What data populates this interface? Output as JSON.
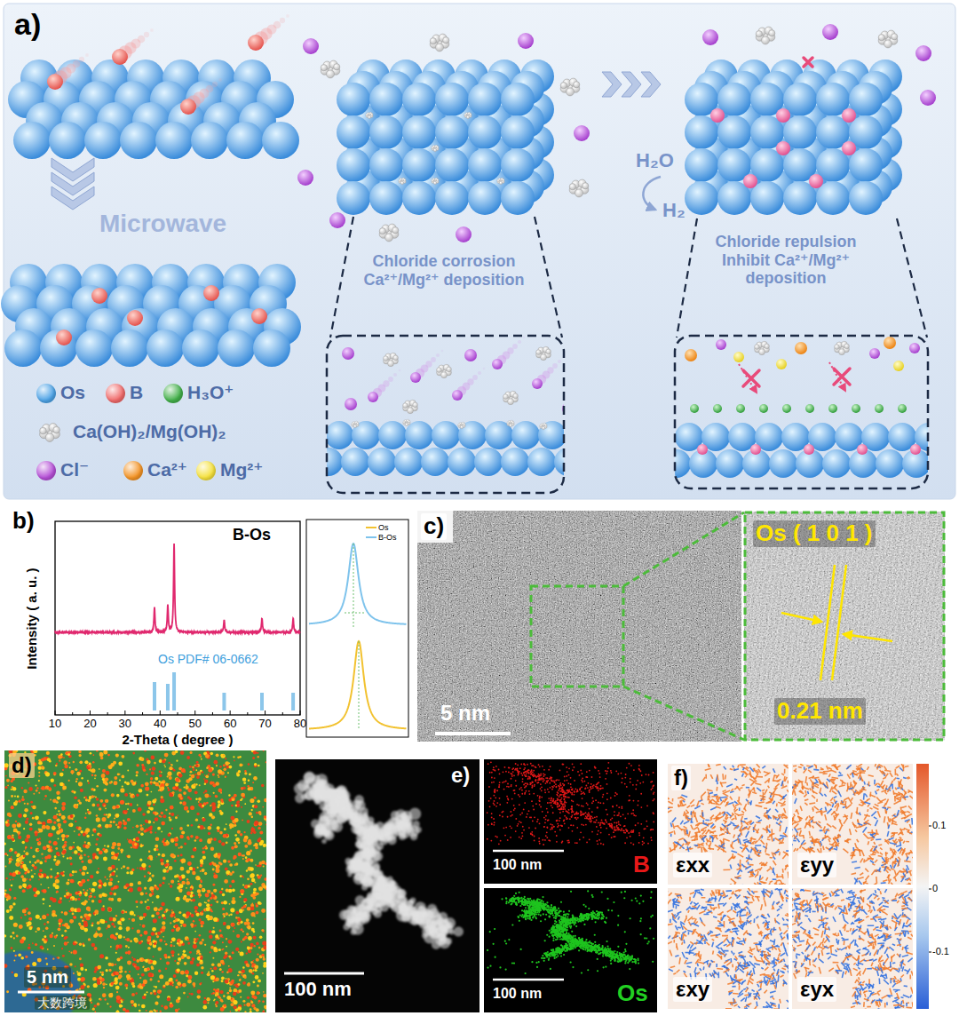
{
  "diagram": {
    "nodes": [
      {
        "text": [
          "c)",
          "5 nm"
        ]
      },
      {
        "text": [
          "Os ( 1 0 1 )",
          "0.21 nm"
        ]
      },
      {
        "text": [
          "d)",
          "5 nm",
          "大数跨境"
        ]
      },
      {
        "text": [
          "e)",
          "100 nm"
        ]
      },
      {
        "text": [
          "100 nm",
          "B"
        ]
      },
      {
        "text": [
          "100 nm",
          "Os"
        ]
      },
      {
        "text": [
          "εxx"
        ]
      },
      {
        "text": [
          "εyy"
        ]
      },
      {
        "text": [
          "εxy"
        ]
      },
      {
        "text": [
          "εyx"
        ]
      }
    ],
    "labels": [
      "a)",
      "Microwave",
      "Chloride corrosion Ca²⁺/Mg²⁺ deposition",
      "H₂O",
      "H₂",
      "Chloride repulsion Inhibit Ca²⁺/Mg²⁺ deposition",
      "b)",
      "B-Os",
      "Intensity ( a. u. )",
      "2-Theta ( degree )",
      "Os PDF# 06-0662",
      "10",
      "20",
      "30",
      "40",
      "50",
      "60",
      "70",
      "80",
      "f)",
      "0.1",
      "0",
      "-0.1"
    ],
    "legend": [
      {
        "text": "Os",
        "color": "#4da3e6"
      },
      {
        "text": "B",
        "color": "#f06a6a"
      },
      {
        "text": "H₃O⁺",
        "color": "#43b04a"
      },
      {
        "text": "Ca(OH)₂/Mg(OH)₂"
      },
      {
        "text": "Cl⁻",
        "color": "#b54fd6"
      },
      {
        "text": "Ca²⁺",
        "color": "#f39325"
      },
      {
        "text": "Mg²⁺",
        "color": "#f5e13c"
      },
      {
        "text": "Os"
      },
      {
        "text": "B-Os"
      }
    ]
  }
}
